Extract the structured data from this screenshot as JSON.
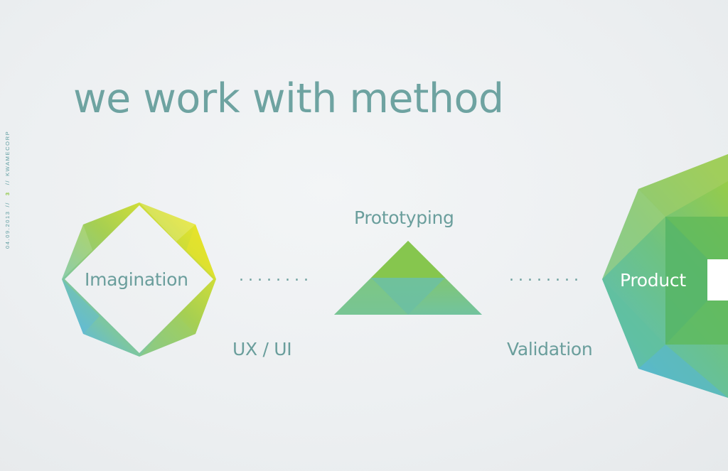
{
  "slide": {
    "title": "we work with method",
    "meta": {
      "date": "04.09.2013",
      "separator": "//",
      "page": "3",
      "company": "KWAMECORP"
    }
  },
  "diagram": {
    "stages": [
      {
        "label": "Imagination",
        "shape": "octagon"
      },
      {
        "label": "Prototyping",
        "shape": "triangle"
      },
      {
        "label": "Product",
        "shape": "large-polygon"
      }
    ],
    "connectors": [
      {
        "label": "UX / UI",
        "dots": "........"
      },
      {
        "label": "Validation",
        "dots": "........"
      }
    ]
  },
  "colors": {
    "title": "#6ea3a1",
    "label": "#6a9e9c",
    "yellow_green": "#d4e332",
    "green": "#8cc63f",
    "teal": "#5ec0a0",
    "blue": "#5ab6e4"
  }
}
